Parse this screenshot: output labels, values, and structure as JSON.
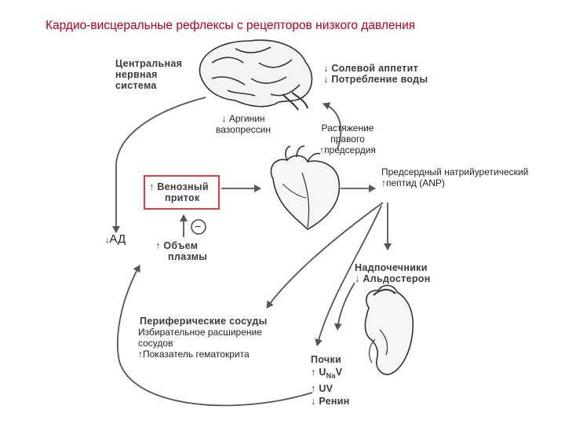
{
  "title": "Кардио-висцеральные рефлексы с рецепторов низкого давления",
  "cns": {
    "line1": "Центральная",
    "line2": "нервная",
    "line3": "система"
  },
  "cns_effects": {
    "salt": "Солевой аппетит",
    "water": "Потребление воды"
  },
  "vasopressin": {
    "line1": "Аргинин",
    "line2": "вазопрессин"
  },
  "stretch": {
    "line1": "Растяжение",
    "line2": "правого",
    "line3": "предсердия"
  },
  "anp": {
    "line1": "Предсердный натрийуретический",
    "line2": "пептид (ANP)"
  },
  "venous": {
    "line1": "Венозный",
    "line2": "приток"
  },
  "minus": "−",
  "ad": "АД",
  "plasma": {
    "line1": "Объем",
    "line2": "плазмы"
  },
  "adrenal": {
    "line1": "Надпочечники",
    "line2": "Альдостерон"
  },
  "vessels": {
    "heading": "Периферические сосуды",
    "line1": "Избирательное    расширение",
    "line2": "сосудов",
    "line3": "Показатель гематокрита"
  },
  "kidney": {
    "heading": "Почки",
    "una_main": "U",
    "una_sub": "Na",
    "una_tail": "V",
    "uv": "UV",
    "renin": "Ренин"
  }
}
